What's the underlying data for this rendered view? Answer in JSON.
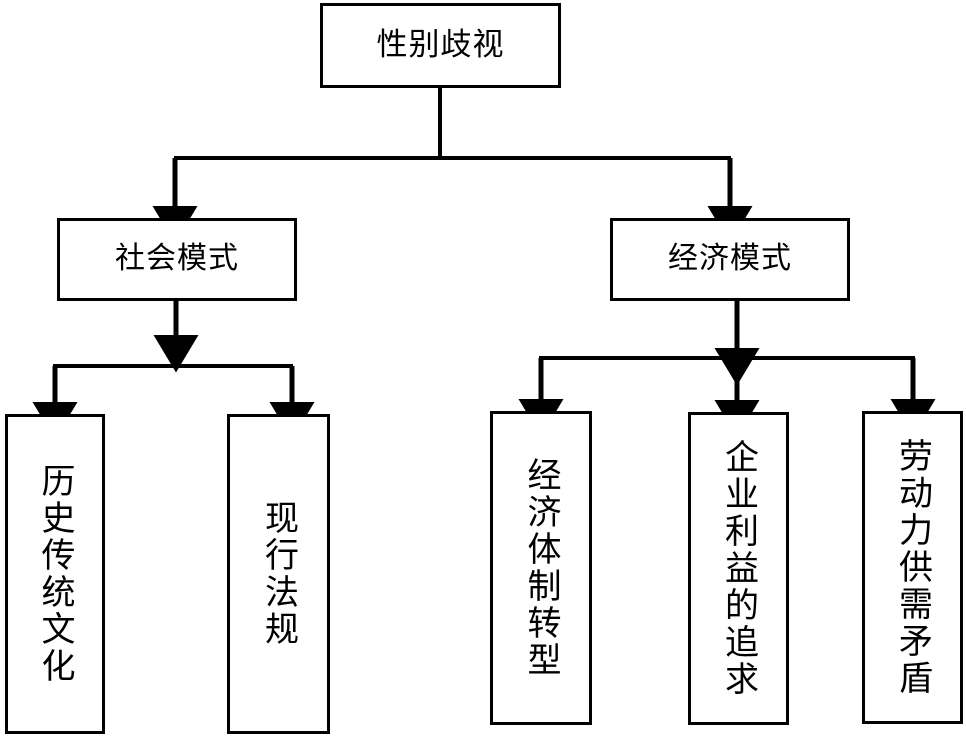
{
  "diagram": {
    "title": "性别歧视",
    "type": "hierarchical-tree",
    "orientation": "top-down",
    "background_color": "#ffffff",
    "line_color": "#000000",
    "box_border_color": "#000000",
    "box_fill_color": "#ffffff",
    "levels": 3,
    "nodes": {
      "root": {
        "label": "性别歧视",
        "level": 0,
        "text_direction": "horizontal"
      },
      "social": {
        "label": "社会模式",
        "level": 1,
        "text_direction": "horizontal"
      },
      "economic": {
        "label": "经济模式",
        "level": 1,
        "text_direction": "horizontal"
      },
      "history": {
        "label": "历史传统文化",
        "level": 2,
        "parent": "social",
        "text_direction": "vertical"
      },
      "laws": {
        "label": "现行法规",
        "level": 2,
        "parent": "social",
        "text_direction": "vertical"
      },
      "transform": {
        "label": "经济体制转型",
        "level": 2,
        "parent": "economic",
        "text_direction": "vertical"
      },
      "corporate": {
        "label": "企业利益的追求",
        "level": 2,
        "parent": "economic",
        "text_direction": "vertical"
      },
      "labor": {
        "label": "劳动力供需矛盾",
        "level": 2,
        "parent": "economic",
        "text_direction": "vertical"
      }
    },
    "edges": [
      {
        "from": "root",
        "to": "social",
        "style": "orthogonal-arrow"
      },
      {
        "from": "root",
        "to": "economic",
        "style": "orthogonal-arrow"
      },
      {
        "from": "social",
        "to": "history",
        "style": "orthogonal-arrow"
      },
      {
        "from": "social",
        "to": "laws",
        "style": "orthogonal-arrow"
      },
      {
        "from": "economic",
        "to": "transform",
        "style": "orthogonal-arrow"
      },
      {
        "from": "economic",
        "to": "corporate",
        "style": "orthogonal-arrow"
      },
      {
        "from": "economic",
        "to": "labor",
        "style": "orthogonal-arrow"
      }
    ]
  }
}
